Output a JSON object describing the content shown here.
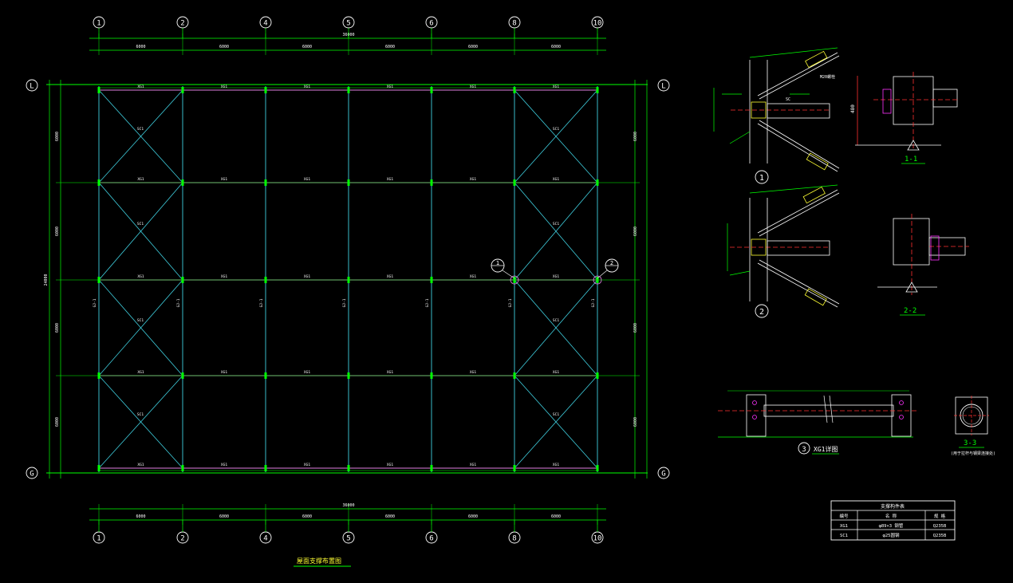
{
  "colors": {
    "background": "#000000",
    "grid_green": "#00ff00",
    "column_cyan": "#3fd0e0",
    "purlin_magenta": "#e080e0",
    "bubble_white": "#ffffff",
    "detail_yellow": "#ffff33",
    "detail_red": "#ff3030",
    "detail_magenta": "#ff33ff"
  },
  "axes": {
    "top_bubbles": [
      "1",
      "2",
      "4",
      "5",
      "6",
      "8",
      "10"
    ],
    "bottom_bubbles": [
      "1",
      "2",
      "4",
      "5",
      "6",
      "8",
      "10"
    ],
    "left_bubbles": [
      "L",
      "G"
    ],
    "right_bubbles": [
      "L",
      "G"
    ],
    "section_markers": [
      "1",
      "2"
    ]
  },
  "plan": {
    "title": "屋面支撑布置图",
    "top_dims": [
      "6000",
      "6000",
      "6000",
      "6000",
      "6000",
      "6000"
    ],
    "top_total": "36000",
    "bottom_dims": [
      "6000",
      "6000",
      "6000",
      "6000",
      "6000",
      "6000"
    ],
    "bottom_total": "36000",
    "left_dims": [
      "6000",
      "6000",
      "6000",
      "6000"
    ],
    "left_total": "24000",
    "right_dims": [
      "6000",
      "6000",
      "6000",
      "6000"
    ],
    "purlin_label": "XG1",
    "brace_label": "SC1",
    "column_label": "GJ-1"
  },
  "details": {
    "d1_label": "1",
    "d2_label": "2",
    "sec11_label": "1-1",
    "sec22_label": "2-2",
    "d3_label": "3",
    "xg1_title": "XG1详图",
    "sec33_label": "3-3",
    "sec33_note": "(用于拉杆与钢梁连接处)",
    "callout_sc": "SC",
    "callout_bolt": "M20螺栓",
    "dim_480": "480"
  },
  "table": {
    "title": "支撑构件表",
    "headers": [
      "编号",
      "名 称",
      "规 格"
    ],
    "rows": [
      [
        "XG1",
        "φ89×3 钢管",
        "Q235B"
      ],
      [
        "SC1",
        "φ25圆钢",
        "Q235B"
      ]
    ]
  }
}
